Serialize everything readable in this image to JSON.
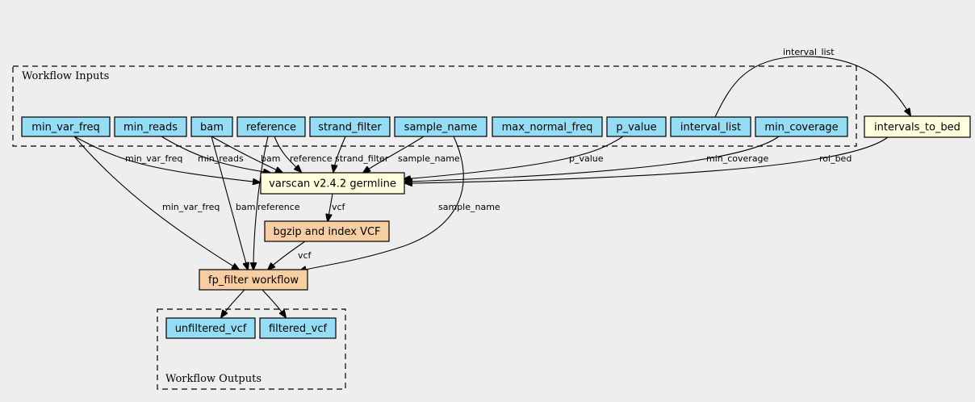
{
  "clusters": {
    "inputs_label": "Workflow Inputs",
    "outputs_label": "Workflow Outputs"
  },
  "colors": {
    "background": "#eeeeee",
    "input_fill": "#94ddf4",
    "tool_fill": "#ffffdd",
    "subworkflow_fill": "#f7cea1"
  },
  "nodes": {
    "min_var_freq": "min_var_freq",
    "min_reads": "min_reads",
    "bam": "bam",
    "reference": "reference",
    "strand_filter": "strand_filter",
    "sample_name": "sample_name",
    "max_normal_freq": "max_normal_freq",
    "p_value": "p_value",
    "interval_list": "interval_list",
    "min_coverage": "min_coverage",
    "intervals_to_bed": "intervals_to_bed",
    "varscan": "varscan v2.4.2 germline",
    "bgzip": "bgzip and index VCF",
    "fp_filter": "fp_filter workflow",
    "unfiltered_vcf": "unfiltered_vcf",
    "filtered_vcf": "filtered_vcf"
  },
  "edge_labels": {
    "interval_list": "interval_list",
    "min_var_freq_a": "min_var_freq",
    "min_reads": "min_reads",
    "bam_a": "bam",
    "reference_a": "reference",
    "strand_filter": "strand_filter",
    "sample_name_a": "sample_name",
    "p_value": "p_value",
    "min_coverage": "min_coverage",
    "roi_bed": "roi_bed",
    "vcf_a": "vcf",
    "min_var_freq_b": "min_var_freq",
    "bam_b": "bam",
    "reference_b": "reference",
    "sample_name_b": "sample_name",
    "vcf_b": "vcf"
  }
}
